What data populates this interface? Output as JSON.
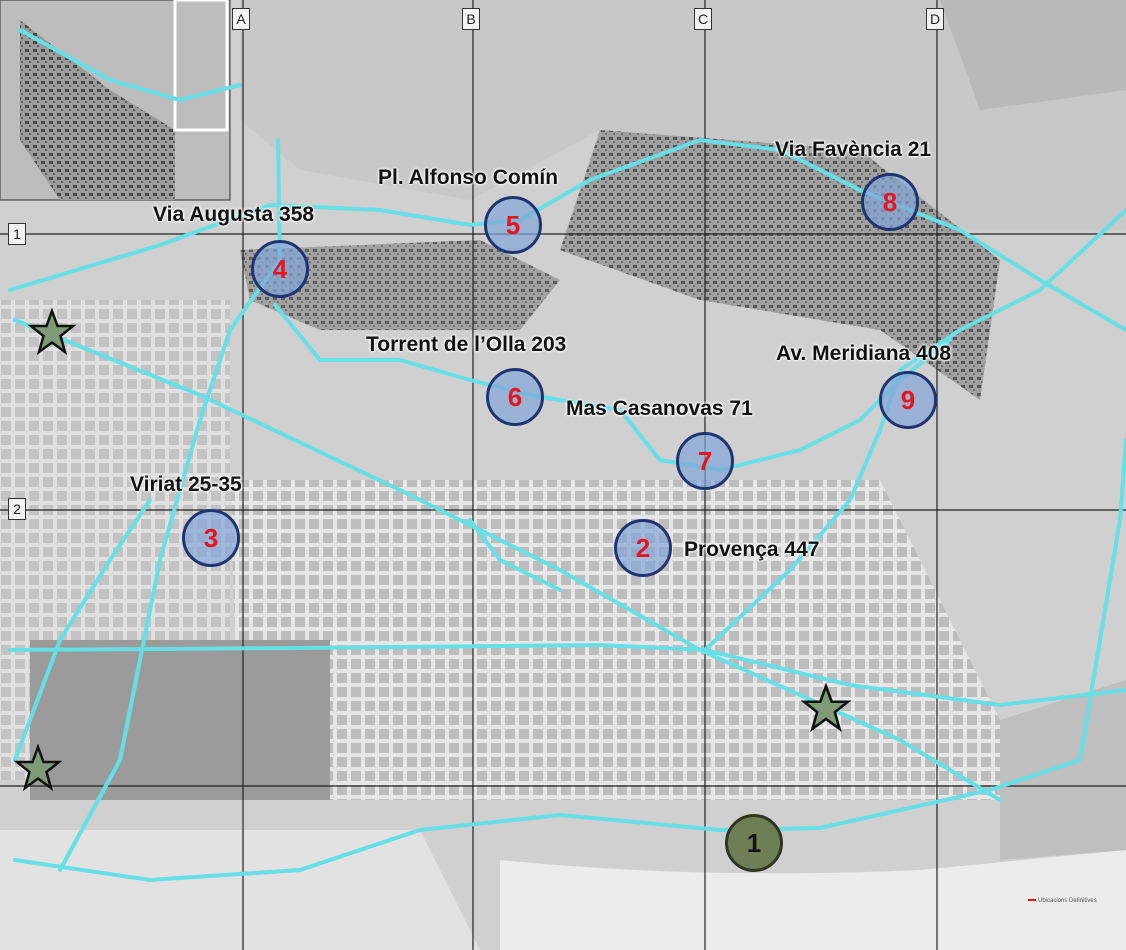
{
  "grid": {
    "columns": [
      "A",
      "B",
      "C",
      "D"
    ],
    "rows": [
      "1",
      "2"
    ]
  },
  "locations": [
    {
      "number": "1",
      "label": ""
    },
    {
      "number": "2",
      "label": "Provença 447"
    },
    {
      "number": "3",
      "label": "Viriat 25-35"
    },
    {
      "number": "4",
      "label": "Via Augusta 358"
    },
    {
      "number": "5",
      "label": "Pl. Alfonso Comín"
    },
    {
      "number": "6",
      "label": "Torrent de l’Olla 203"
    },
    {
      "number": "7",
      "label": "Mas Casanovas 71"
    },
    {
      "number": "8",
      "label": "Via Favència 21"
    },
    {
      "number": "9",
      "label": "Av. Meridiana 408"
    }
  ],
  "legend_text": "Ubicacions Definitives",
  "colors": {
    "route": "#66dfe6",
    "marker_fill": "#82a5d7",
    "marker_border": "#1f3470",
    "marker_number": "#e8141b",
    "origin_marker": "#6f7f55",
    "star": "#7f9a76"
  },
  "icons": [
    "star-icon",
    "star-icon",
    "star-icon"
  ]
}
